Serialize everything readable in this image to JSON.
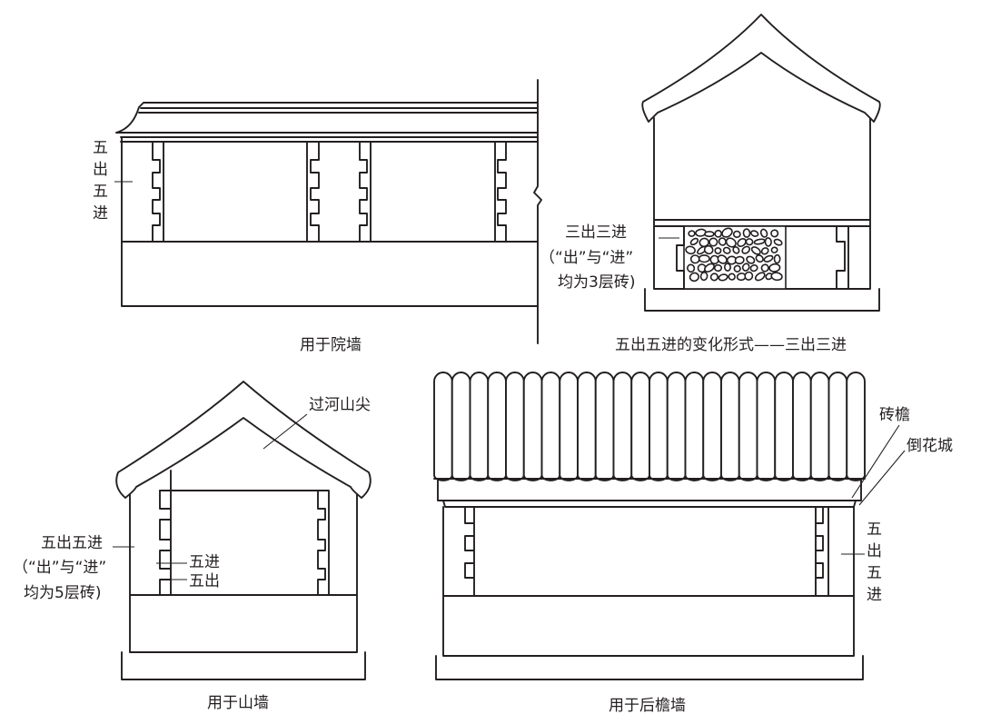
{
  "captions": {
    "courtyard": "用于院墙",
    "variant": "五出五进的变化形式——三出三进",
    "gable": "用于山墙",
    "rear": "用于后檐墙"
  },
  "labels": {
    "courtyard_pattern": [
      "五",
      "出",
      "五",
      "进"
    ],
    "variant_pattern": "三出三进",
    "variant_note_1": "（“出”与“进”",
    "variant_note_2": "均为3层砖)",
    "gable_top": "过河山尖",
    "gable_pattern": "五出五进",
    "gable_note_1": "（“出”与“进”",
    "gable_note_2": "均为5层砖)",
    "gable_in": "五进",
    "gable_out": "五出",
    "rear_eave": "砖檐",
    "rear_flower": "倒花城",
    "rear_pattern": [
      "五",
      "出",
      "五",
      "进"
    ]
  },
  "colors": {
    "ink": "#231f20",
    "paper": "#ffffff"
  }
}
